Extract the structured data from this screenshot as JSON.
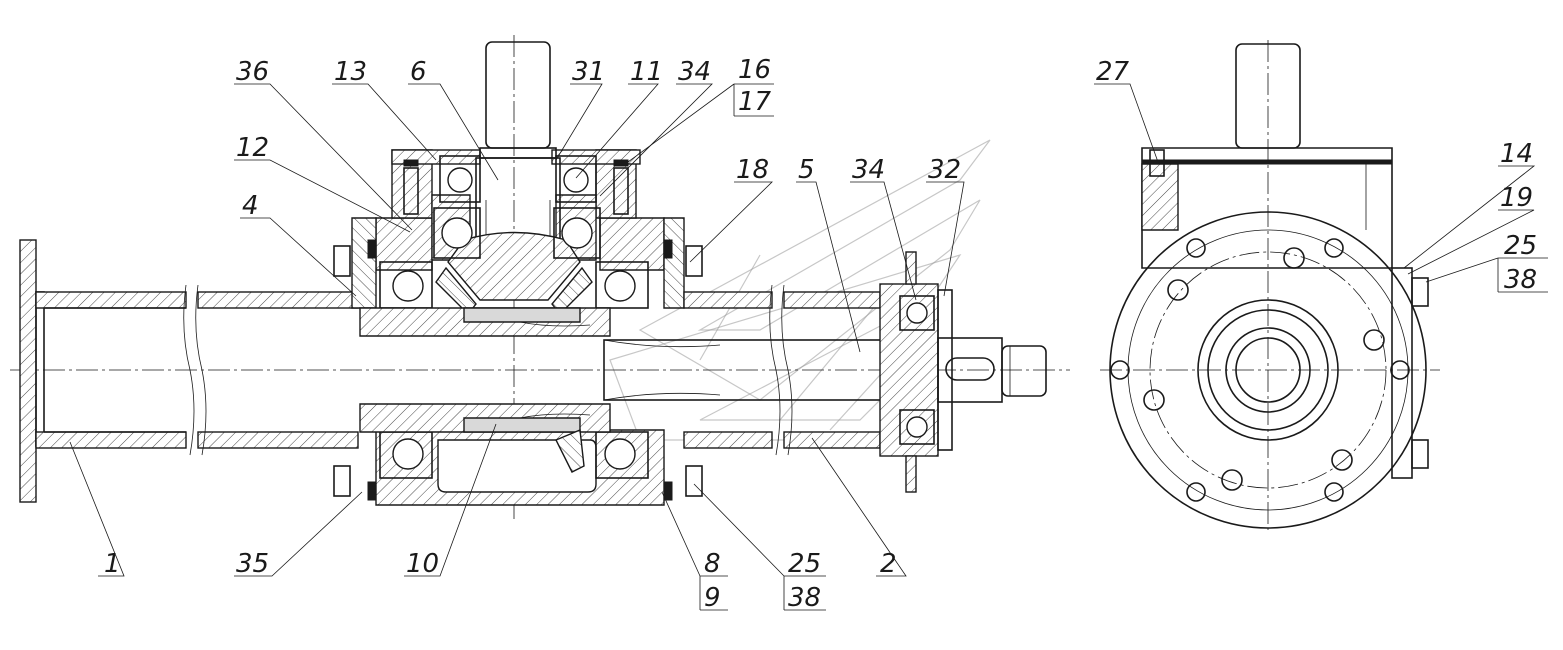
{
  "colors": {
    "ink": "#1a1a1a",
    "hatch": "#1a1a1a",
    "section_fill": "#d9d9d9",
    "background": "#ffffff"
  },
  "callouts": {
    "p1": "1",
    "p2": "2",
    "p4": "4",
    "p5": "5",
    "p6": "6",
    "p8": "8",
    "p9": "9",
    "p10": "10",
    "p11": "11",
    "p12": "12",
    "p13": "13",
    "p14": "14",
    "p16": "16",
    "p17": "17",
    "p18": "18",
    "p19": "19",
    "p25": "25",
    "p25b": "25",
    "p27": "27",
    "p31": "31",
    "p32": "32",
    "p34": "34",
    "p34b": "34",
    "p35": "35",
    "p36": "36",
    "p38": "38",
    "p38b": "38"
  }
}
